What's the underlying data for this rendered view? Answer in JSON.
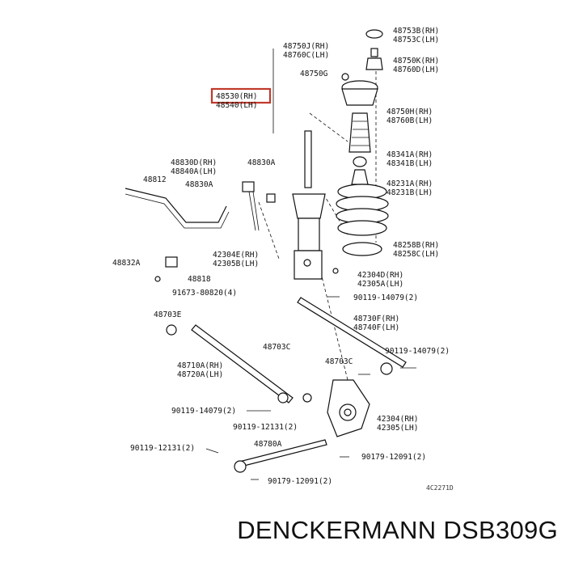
{
  "diagram": {
    "labels": [
      {
        "id": "l1",
        "text": "48753B(RH)"
      },
      {
        "id": "l2",
        "text": "48753C(LH)"
      },
      {
        "id": "l3",
        "text": "48750J(RH)"
      },
      {
        "id": "l4",
        "text": "48760C(LH)"
      },
      {
        "id": "l5",
        "text": "48750K(RH)"
      },
      {
        "id": "l6",
        "text": "48760D(LH)"
      },
      {
        "id": "l7",
        "text": "48750G"
      },
      {
        "id": "l8",
        "text": "48530(RH)"
      },
      {
        "id": "l9",
        "text": "48540(LH)"
      },
      {
        "id": "l10",
        "text": "48750H(RH)"
      },
      {
        "id": "l11",
        "text": "48760B(LH)"
      },
      {
        "id": "l12",
        "text": "48341A(RH)"
      },
      {
        "id": "l13",
        "text": "48341B(LH)"
      },
      {
        "id": "l14",
        "text": "48830D(RH)"
      },
      {
        "id": "l15",
        "text": "48840A(LH)"
      },
      {
        "id": "l16",
        "text": "48830A"
      },
      {
        "id": "l17",
        "text": "48812"
      },
      {
        "id": "l18",
        "text": "48830A"
      },
      {
        "id": "l19",
        "text": "48231A(RH)"
      },
      {
        "id": "l20",
        "text": "48231B(LH)"
      },
      {
        "id": "l21",
        "text": "48258B(RH)"
      },
      {
        "id": "l22",
        "text": "48258C(LH)"
      },
      {
        "id": "l23",
        "text": "42304E(RH)"
      },
      {
        "id": "l24",
        "text": "42305B(LH)"
      },
      {
        "id": "l25",
        "text": "48832A"
      },
      {
        "id": "l26",
        "text": "48818"
      },
      {
        "id": "l27",
        "text": "42304D(RH)"
      },
      {
        "id": "l28",
        "text": "42305A(LH)"
      },
      {
        "id": "l29",
        "text": "91673-80820(4)"
      },
      {
        "id": "l30",
        "text": "90119-14079(2)"
      },
      {
        "id": "l31",
        "text": "48703E"
      },
      {
        "id": "l32",
        "text": "48730F(RH)"
      },
      {
        "id": "l33",
        "text": "48740F(LH)"
      },
      {
        "id": "l34",
        "text": "48703C"
      },
      {
        "id": "l35",
        "text": "90119-14079(2)"
      },
      {
        "id": "l36",
        "text": "48710A(RH)"
      },
      {
        "id": "l37",
        "text": "48720A(LH)"
      },
      {
        "id": "l38",
        "text": "48703C"
      },
      {
        "id": "l39",
        "text": "90119-14079(2)"
      },
      {
        "id": "l40",
        "text": "42304(RH)"
      },
      {
        "id": "l41",
        "text": "42305(LH)"
      },
      {
        "id": "l42",
        "text": "90119-12131(2)"
      },
      {
        "id": "l43",
        "text": "90119-12131(2)"
      },
      {
        "id": "l44",
        "text": "48780A"
      },
      {
        "id": "l45",
        "text": "90179-12091(2)"
      },
      {
        "id": "l46",
        "text": "90179-12091(2)"
      },
      {
        "id": "l47",
        "text": "4C2271D"
      }
    ],
    "highlight_color": "#c0392b"
  },
  "footer": {
    "brand": "DENCKERMANN DSB309G"
  }
}
